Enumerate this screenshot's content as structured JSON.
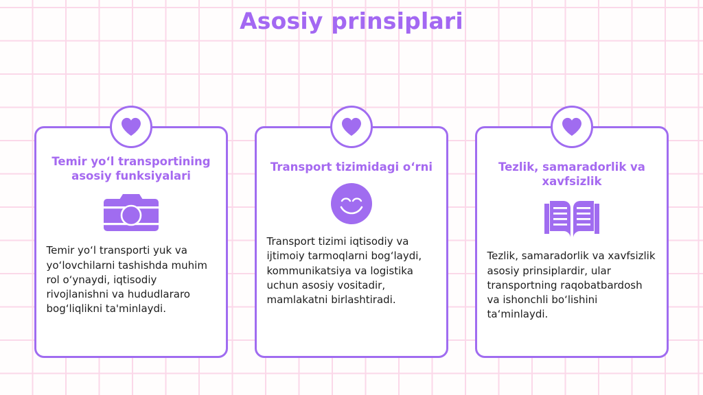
{
  "page": {
    "title": "Asosiy prinsiplari",
    "accent_color": "#a569f0",
    "card_border_color": "#a06cf0",
    "grid_line_color": "#fbd2e6",
    "background_color": "#fffdfd",
    "body_text_color": "#1c1c1c"
  },
  "cards": [
    {
      "badge_icon": "heart-icon",
      "title": "Temir yo‘l transportining asosiy funksiyalari",
      "icon": "camera-icon",
      "body": "Temir yo‘l transporti yuk va yo‘lovchilarni tashishda muhim rol o‘ynaydi, iqtisodiy rivojlanishni va hududlararo bog‘liqlikni ta'minlaydi."
    },
    {
      "badge_icon": "heart-icon",
      "title": "Transport tizimidagi o‘rni",
      "icon": "smiley-face-icon",
      "body": "Transport tizimi iqtisodiy va ijtimoiy tarmoqlarni bog‘laydi, kommunikatsiya va logistika uchun asosiy vositadir, mamlakatni birlashtiradi."
    },
    {
      "badge_icon": "heart-icon",
      "title": "Tezlik, samaradorlik va xavfsizlik",
      "icon": "open-book-icon",
      "body": "Tezlik, samaradorlik va xavfsizlik asosiy prinsiplardir, ular transportning raqobatbardosh va ishonchli bo‘lishini ta‘minlaydi."
    }
  ]
}
